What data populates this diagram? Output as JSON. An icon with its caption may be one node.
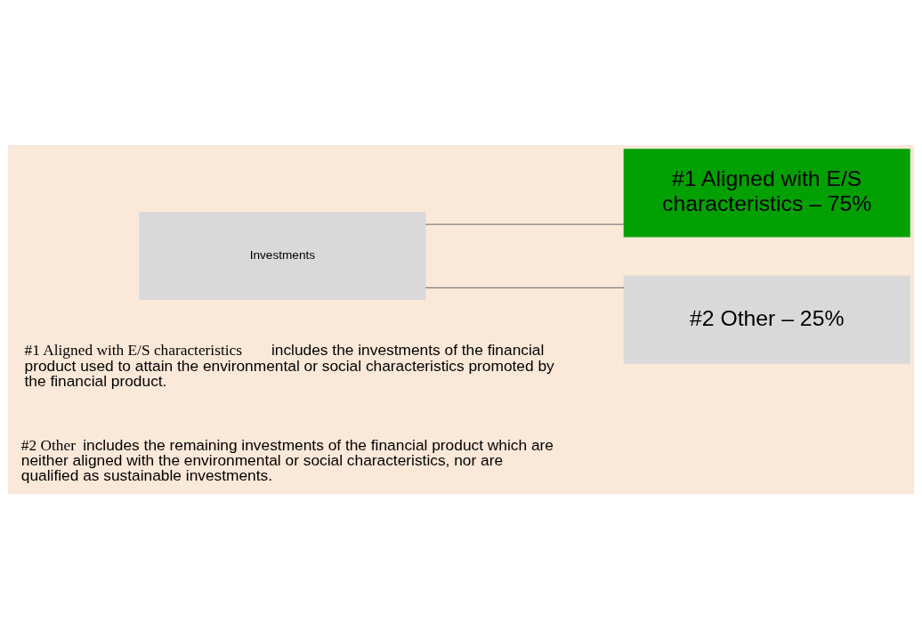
{
  "diagram": {
    "nodes": [
      {
        "text": [
          "Investments"
        ]
      },
      {
        "text": [
          "#1 Aligned with E/S characteristics – 75%"
        ]
      },
      {
        "text": [
          "#2 Other – 25%"
        ]
      }
    ],
    "edges": [
      {
        "from": 0,
        "to": 1,
        "arrow": "none"
      },
      {
        "from": 0,
        "to": 2,
        "arrow": "none"
      }
    ],
    "labels": [
      "**#1 Aligned with E/S characteristics** includes the investments of the financial product used to attain the environmental or social characteristics promoted by the financial product.",
      "**#2 Other** includes the remaining investments of the financial product which are neither aligned with the environmental or social characteristics, nor are qualified as sustainable investments."
    ]
  }
}
